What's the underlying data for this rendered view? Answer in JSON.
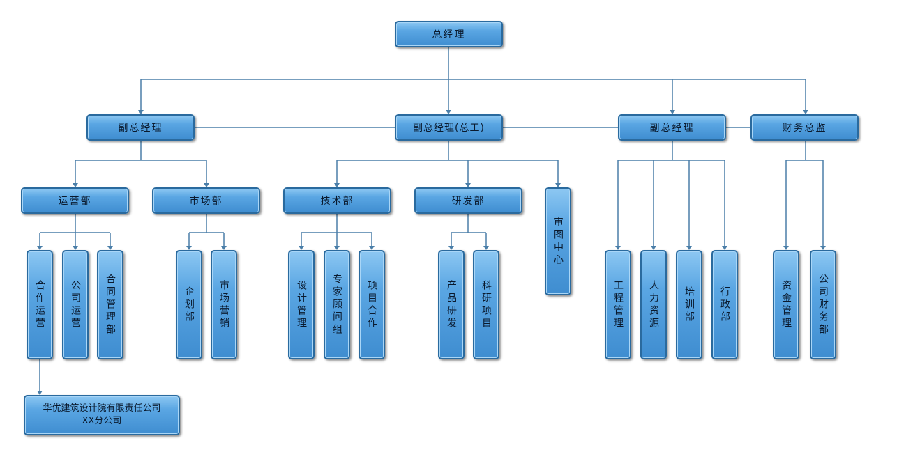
{
  "org": {
    "ceo": "总经理",
    "deputy_1": "副总经理",
    "deputy_chief_engineer": "副总经理(总工)",
    "deputy_2": "副总经理",
    "cfo": "财务总监",
    "operations": "运营部",
    "marketing": "市场部",
    "technical": "技术部",
    "rnd": "研发部",
    "review_center": "审图中心",
    "coop_ops": "合作运营",
    "company_ops": "公司运营",
    "contract_mgmt": "合同管理部",
    "planning": "企划部",
    "market_sales": "市场营销",
    "design_mgmt": "设计管理",
    "expert_group": "专家顾问组",
    "project_coop": "项目合作",
    "product_rnd": "产品研发",
    "research_project": "科研项目",
    "engineering_mgmt": "工程管理",
    "hr": "人力资源",
    "training": "培训部",
    "admin": "行政部",
    "fund_mgmt": "资金管理",
    "finance_dept": "公司财务部",
    "branch_line1": "华优建筑设计院有限责任公司",
    "branch_line2": "XX分公司"
  },
  "colors": {
    "box_fill": "#5aa6e3",
    "box_border": "#2a6a9e",
    "connector": "#4a7ea8"
  }
}
